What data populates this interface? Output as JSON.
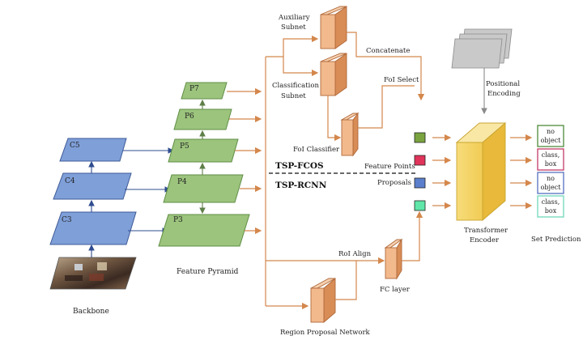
{
  "backbone": {
    "title": "Backbone",
    "layers": [
      "C5",
      "C4",
      "C3"
    ]
  },
  "pyramid": {
    "title": "Feature Pyramid",
    "levels": [
      "P7",
      "P6",
      "P5",
      "P4",
      "P3"
    ]
  },
  "heads": {
    "auxiliary": "Auxiliary\nSubnet",
    "classification": "Classification\nSubnet",
    "concatenate": "Concatenate",
    "foi_select": "FoI Select",
    "foi_classifier": "FoI Classifier",
    "positional_encoding": "Positional\nEncoding",
    "feature_points": "Feature Points",
    "proposals": "Proposals",
    "tsp_fcos": "TSP-FCOS",
    "tsp_rcnn": "TSP-RCNN",
    "roi_align": "RoI Align",
    "fc_layer": "FC layer",
    "rpn": "Region Proposal Network"
  },
  "encoder": {
    "title": "Transformer\nEncoder"
  },
  "tokens": {
    "colors": [
      "#7aa33f",
      "#e0345a",
      "#5b7fcc",
      "#5fe6a8"
    ]
  },
  "predictions": {
    "title": "Set Prediction",
    "boxes": [
      {
        "line1": "no",
        "line2": "object",
        "border": "#4f8a3a"
      },
      {
        "line1": "class,",
        "line2": "box",
        "border": "#c23a66"
      },
      {
        "line1": "no",
        "line2": "object",
        "border": "#5570c0"
      },
      {
        "line1": "class,",
        "line2": "box",
        "border": "#6fd8b8"
      }
    ]
  }
}
